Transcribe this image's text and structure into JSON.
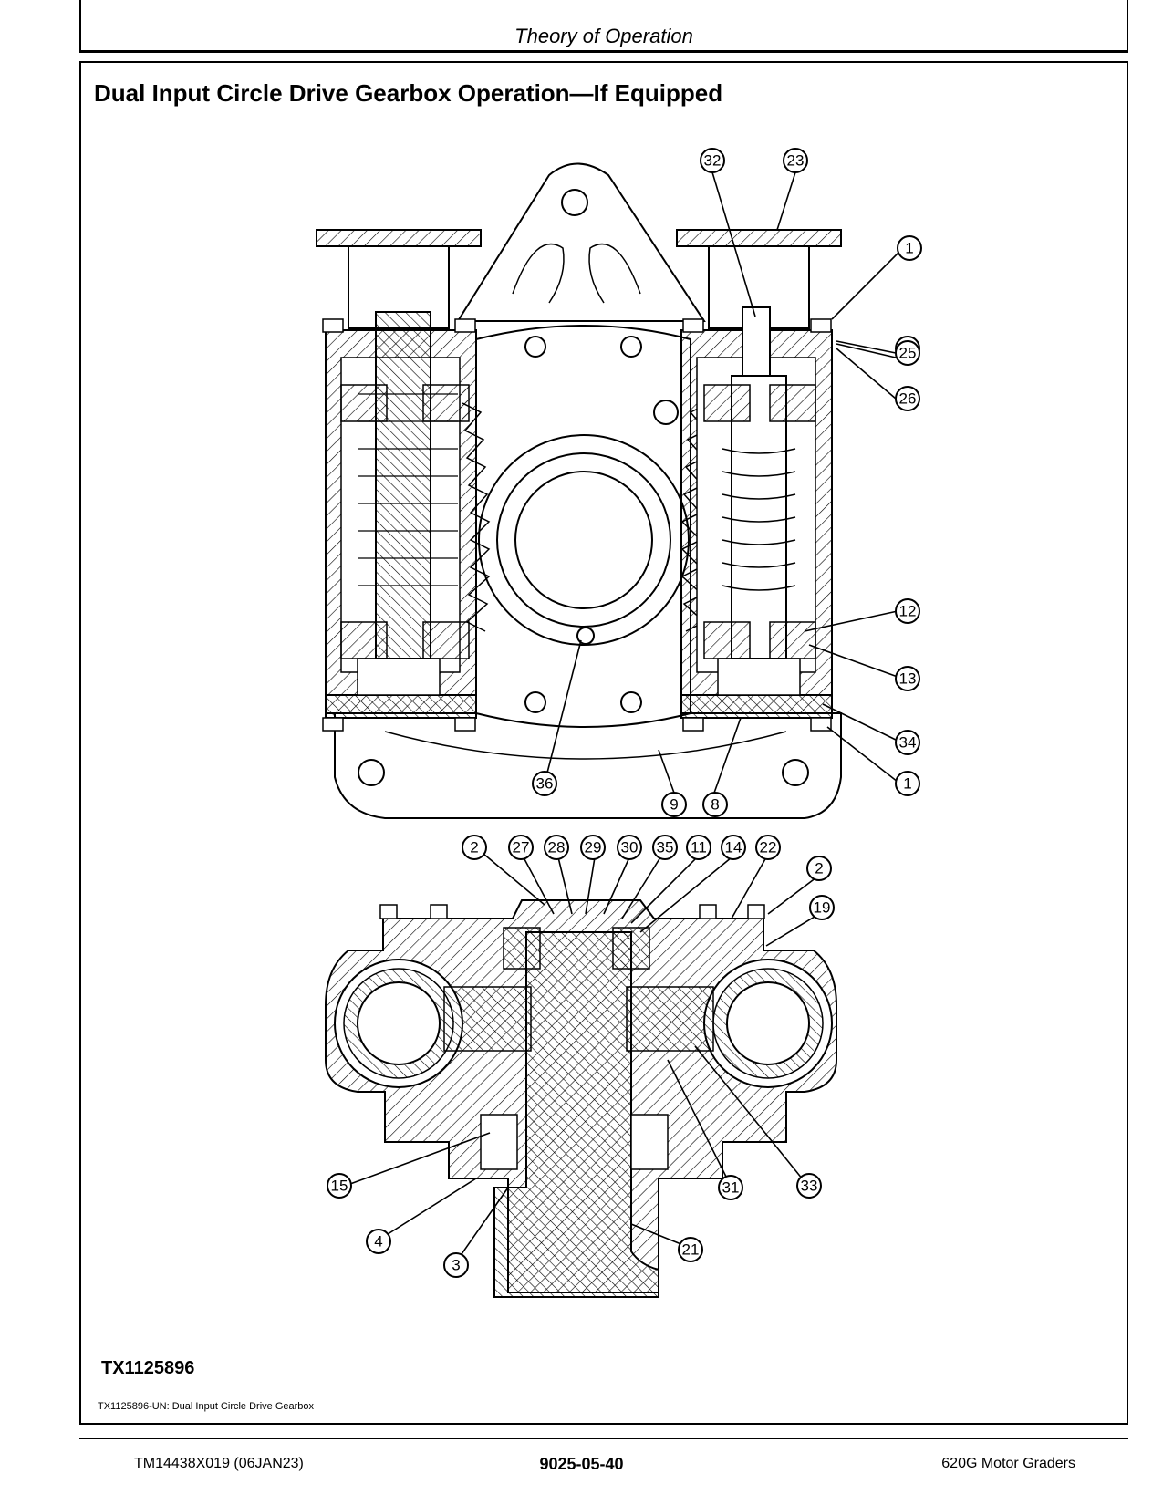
{
  "header": {
    "title": "Theory of Operation"
  },
  "section": {
    "title": "Dual Input Circle Drive Gearbox Operation—If Equipped"
  },
  "figure": {
    "id": "TX1125896",
    "caption": "TX1125896-UN: Dual Input Circle Drive Gearbox",
    "callouts_upper": [
      "32",
      "23",
      "1",
      "24",
      "25",
      "26",
      "12",
      "13",
      "34",
      "1",
      "36",
      "9",
      "8"
    ],
    "callouts_lower": [
      "2",
      "27",
      "28",
      "29",
      "30",
      "35",
      "11",
      "14",
      "22",
      "2",
      "19",
      "15",
      "4",
      "3",
      "21",
      "31",
      "33"
    ]
  },
  "footer": {
    "left": "TM14438X019 (06JAN23)",
    "center": "9025-05-40",
    "right": "620G Motor Graders"
  }
}
